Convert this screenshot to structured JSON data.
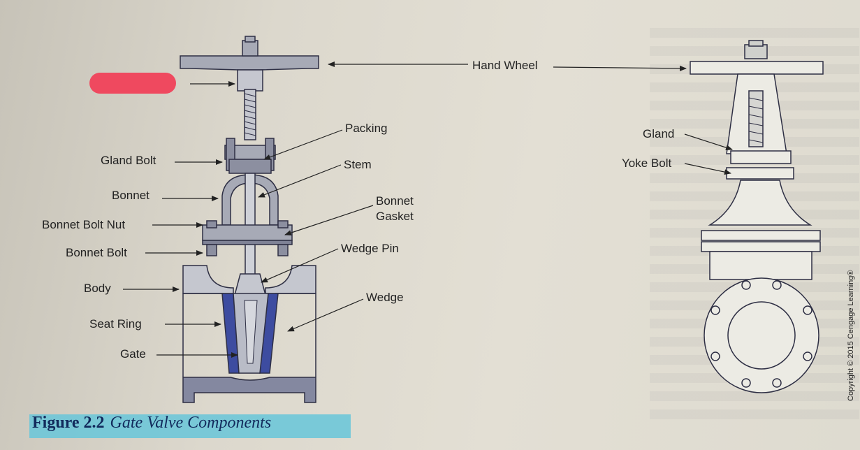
{
  "colors": {
    "metal": "#a7aab6",
    "metal_dark": "#2e2f44",
    "gate_blue": "#3d4ca0",
    "caption_highlight": "#6ec6d8",
    "redaction": "#f0415a"
  },
  "labels": {
    "hand_wheel": "Hand Wheel",
    "packing": "Packing",
    "gland_bolt": "Gland Bolt",
    "stem": "Stem",
    "bonnet": "Bonnet",
    "bonnet_gasket_line1": "Bonnet",
    "bonnet_gasket_line2": "Gasket",
    "bonnet_bolt_nut": "Bonnet Bolt Nut",
    "wedge_pin": "Wedge Pin",
    "bonnet_bolt": "Bonnet Bolt",
    "body": "Body",
    "wedge": "Wedge",
    "seat_ring": "Seat Ring",
    "gate": "Gate",
    "gland": "Gland",
    "yoke_bolt": "Yoke Bolt"
  },
  "caption": {
    "number": "Figure 2.2",
    "title": "Gate Valve Components"
  },
  "copyright": "Copyright © 2015 Cengage Learning®"
}
